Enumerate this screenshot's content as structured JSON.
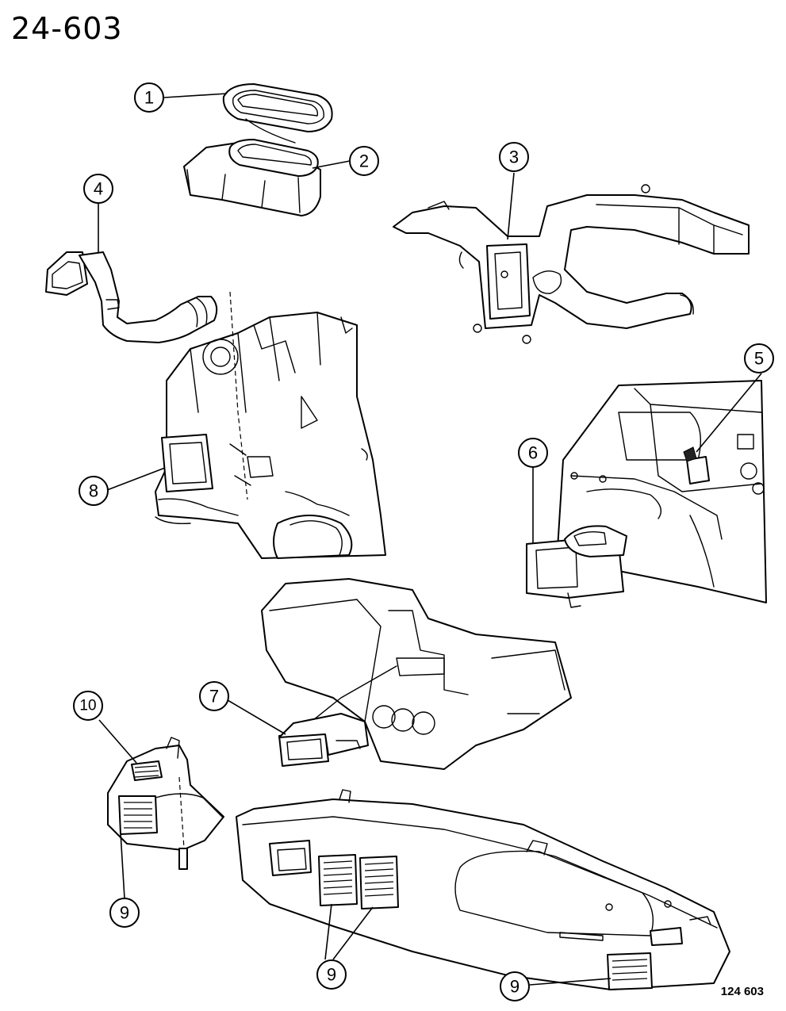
{
  "page_title": "24-603",
  "ref_code": "124 603",
  "callouts": [
    {
      "id": "c1",
      "number": "1"
    },
    {
      "id": "c2",
      "number": "2"
    },
    {
      "id": "c3",
      "number": "3"
    },
    {
      "id": "c4",
      "number": "4"
    },
    {
      "id": "c5",
      "number": "5"
    },
    {
      "id": "c6",
      "number": "6"
    },
    {
      "id": "c7",
      "number": "7"
    },
    {
      "id": "c8",
      "number": "8"
    },
    {
      "id": "c9a",
      "number": "9"
    },
    {
      "id": "c9b",
      "number": "9"
    },
    {
      "id": "c9c",
      "number": "9"
    },
    {
      "id": "c10",
      "number": "10"
    }
  ]
}
